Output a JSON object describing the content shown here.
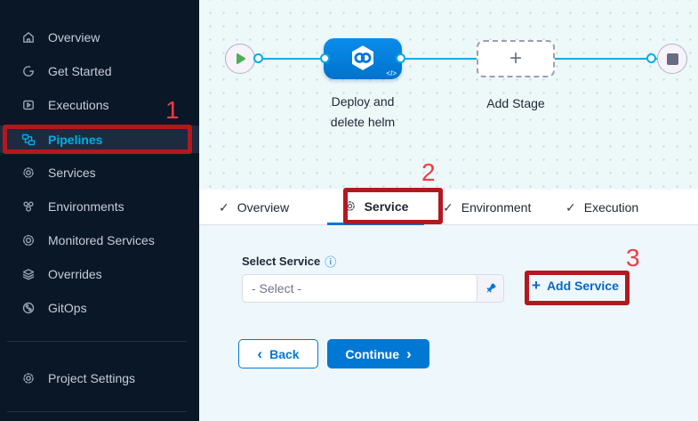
{
  "sidebar": {
    "items": [
      {
        "label": "Overview"
      },
      {
        "label": "Get Started"
      },
      {
        "label": "Executions"
      },
      {
        "label": "Pipelines",
        "active": true
      },
      {
        "label": "Services"
      },
      {
        "label": "Environments"
      },
      {
        "label": "Monitored Services"
      },
      {
        "label": "Overrides"
      },
      {
        "label": "GitOps"
      }
    ],
    "footer_item": {
      "label": "Project Settings"
    }
  },
  "canvas": {
    "stage_name": "Deploy and delete helm",
    "add_stage_label": "Add Stage"
  },
  "tabs": [
    {
      "label": "Overview"
    },
    {
      "label": "Service",
      "active": true
    },
    {
      "label": "Environment"
    },
    {
      "label": "Execution"
    }
  ],
  "form": {
    "select_service_label": "Select Service",
    "select_placeholder": "- Select -",
    "add_service_label": "Add Service",
    "back_label": "Back",
    "continue_label": "Continue"
  },
  "annotations": {
    "step1": "1",
    "step2": "2",
    "step3": "3"
  },
  "icons": {
    "check": "✓",
    "info": "ⓘ",
    "plus": "+",
    "chevron_left": "‹",
    "chevron_right": "›",
    "code": "</>"
  },
  "colors": {
    "accent_blue": "#0278d5",
    "connector_cyan": "#00ade4",
    "sidebar_bg": "#0a1727",
    "annotation_box_red": "#b5171e",
    "annotation_number_red": "#ef3c42",
    "play_green": "#4fae51"
  }
}
